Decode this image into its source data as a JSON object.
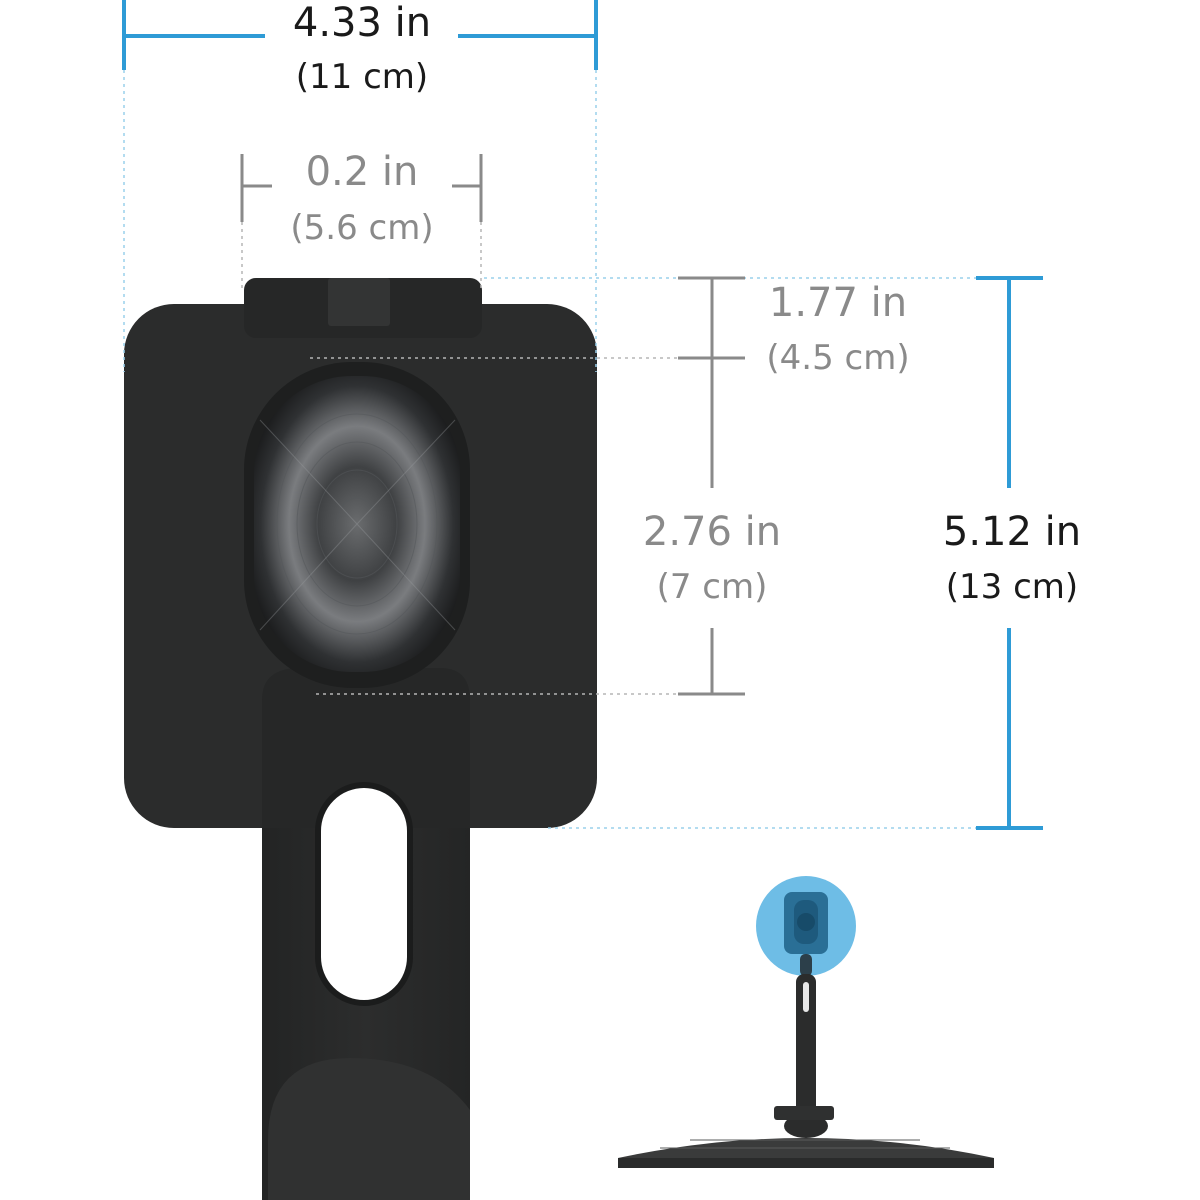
{
  "dimensions": {
    "total_width": {
      "primary": "4.33 in",
      "secondary": "(11 cm)"
    },
    "top_tab_width": {
      "primary": "0.2 in",
      "secondary": "(5.6 cm)"
    },
    "upper_offset": {
      "primary": "1.77 in",
      "secondary": "(4.5 cm)"
    },
    "puck_height": {
      "primary": "2.76 in",
      "secondary": "(7 cm)"
    },
    "total_height": {
      "primary": "5.12 in",
      "secondary": "(13 cm)"
    }
  },
  "colors": {
    "measure_accent": "#2e9bd6",
    "measure_gray": "#8a8a8a",
    "product_body": "#2b2c2c",
    "highlight": "#3ea7de"
  },
  "icons": {
    "mount": "magnetic-mount-icon",
    "thumbnail": "monitor-mount-thumbnail-icon"
  }
}
